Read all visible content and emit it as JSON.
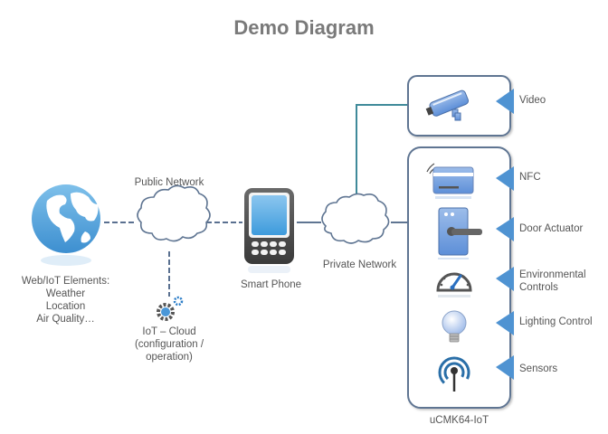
{
  "title": "Demo Diagram",
  "colors": {
    "title": "#7a7a7a",
    "text": "#555555",
    "line_solid": "#3f8a9a",
    "line_dashed": "#5a7090",
    "box_border": "#5f7592",
    "accent_blue": "#5b9bd5",
    "pointer": "#4f93d2"
  },
  "nodes": {
    "web": {
      "label_lines": [
        "Web/IoT Elements:",
        "Weather",
        "Location",
        "Air Quality…"
      ],
      "icon": "globe-icon"
    },
    "public_network": {
      "label": "Public Network",
      "icon": "cloud-icon"
    },
    "iot_cloud": {
      "label_lines": [
        "IoT – Cloud",
        "(configuration /",
        "operation)"
      ],
      "icon": "gears-icon"
    },
    "smart_phone": {
      "label": "Smart Phone",
      "icon": "smartphone-icon"
    },
    "private_network": {
      "label": "Private Network",
      "icon": "cloud-icon"
    },
    "video": {
      "label": "Video",
      "icon": "security-camera-icon"
    },
    "device": {
      "label": "uCMK64-IoT",
      "items": [
        {
          "label_lines": [
            "NFC"
          ],
          "icon": "nfc-card-icon"
        },
        {
          "label_lines": [
            "Door Actuator"
          ],
          "icon": "door-lock-icon"
        },
        {
          "label_lines": [
            "Environmental",
            "Controls"
          ],
          "icon": "gauge-icon"
        },
        {
          "label_lines": [
            "Lighting Control"
          ],
          "icon": "light-bulb-icon"
        },
        {
          "label_lines": [
            "Sensors"
          ],
          "icon": "wireless-sensor-icon"
        }
      ]
    }
  },
  "connections": [
    {
      "from": "web",
      "to": "public_network",
      "style": "dashed"
    },
    {
      "from": "public_network",
      "to": "smart_phone",
      "style": "dashed"
    },
    {
      "from": "public_network",
      "to": "iot_cloud",
      "style": "dashed"
    },
    {
      "from": "smart_phone",
      "to": "private_network",
      "style": "solid"
    },
    {
      "from": "private_network",
      "to": "video",
      "style": "solid"
    },
    {
      "from": "private_network",
      "to": "device",
      "style": "solid"
    }
  ]
}
